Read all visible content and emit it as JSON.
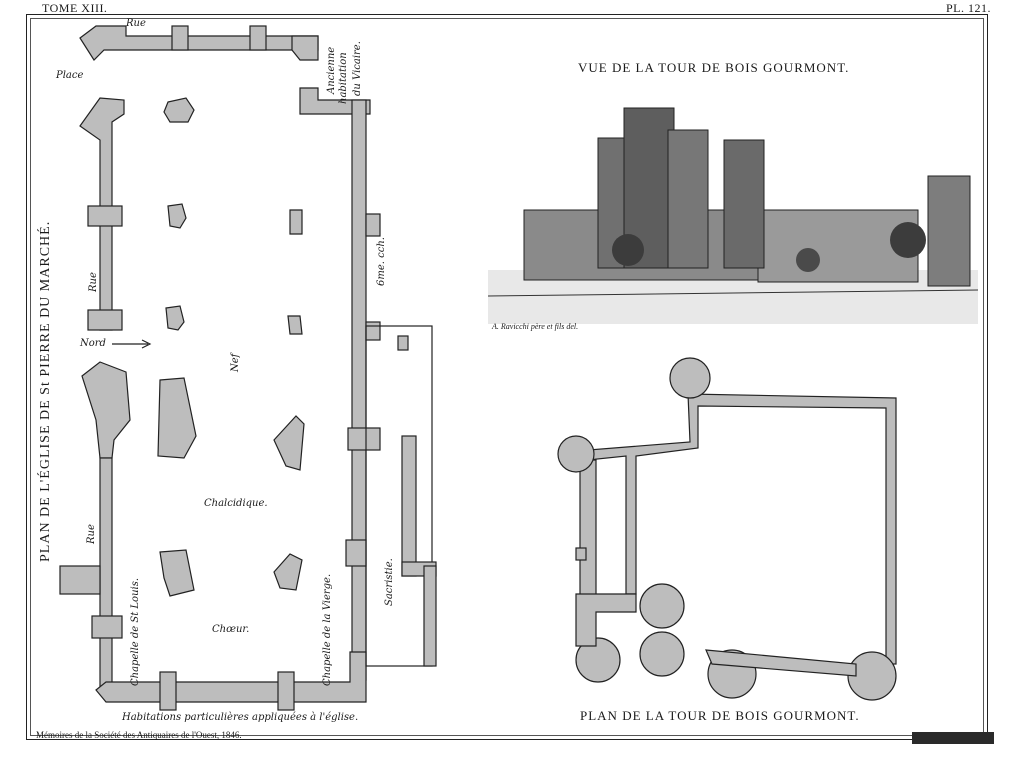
{
  "header": {
    "tome": "TOME XIII.",
    "plate": "PL. 121."
  },
  "church_plan": {
    "title": "PLAN DE L'ÉGLISE DE St PIERRE DU MARCHÉ.",
    "labels": {
      "rue_top": "Rue",
      "place": "Place",
      "habitation": [
        "Ancienne",
        "habitation",
        "du Vicaire."
      ],
      "rue_left": "Rue",
      "nord": "Nord",
      "nef": "Nef",
      "scale": "6me. cch.",
      "chalcidique": "Chalcidique.",
      "rue_bottom": "Rue",
      "chapelle_st_louis": "Chapelle de St Louis.",
      "choeur": "Chœur.",
      "chapelle_vierge": "Chapelle de la Vierge.",
      "sacristie": "Sacristie.",
      "habitations": "Habitations particulières appliquées à l'église."
    }
  },
  "tower_view": {
    "title": "VUE DE LA TOUR DE BOIS GOURMONT.",
    "artist": "A. Ravicchi père et fils del."
  },
  "tower_plan": {
    "title": "PLAN DE LA TOUR DE BOIS GOURMONT."
  },
  "footer": {
    "left": "Mémoires de la Société des Antiquaires de l'Ouest, 1846."
  }
}
